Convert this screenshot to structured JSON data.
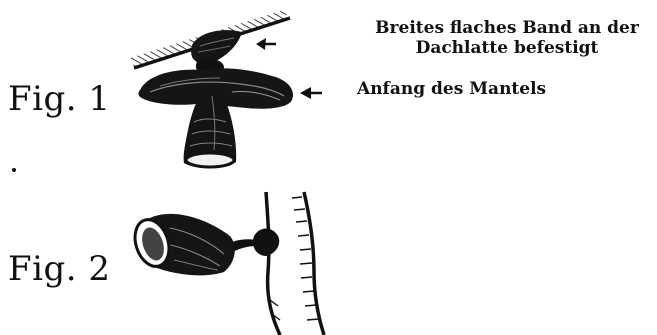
{
  "figure1": {
    "label": "Fig. 1",
    "caption_band_line1": "Breites flaches Band an der",
    "caption_band_line2": "Dachlatte befestigt",
    "caption_mantel": "Anfang des Mantels"
  },
  "figure2": {
    "label": "Fig. 2"
  },
  "colors": {
    "ink": "#111111",
    "paper": "#ffffff"
  }
}
